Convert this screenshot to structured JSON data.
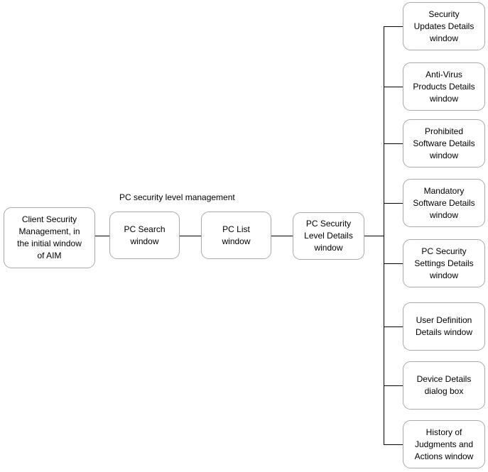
{
  "title": "PC security level management",
  "flow": {
    "client_box": {
      "label": "Client Security\nManagement, in\nthe initial window\nof AIM"
    },
    "search_box": {
      "label": "PC Search\nwindow"
    },
    "list_box": {
      "label": "PC List\nwindow"
    },
    "details_box": {
      "label": "PC Security\nLevel Details\nwindow"
    }
  },
  "detail_windows": [
    {
      "label": "Security\nUpdates Details\nwindow"
    },
    {
      "label": "Anti-Virus\nProducts Details\nwindow"
    },
    {
      "label": "Prohibited\nSoftware Details\nwindow"
    },
    {
      "label": "Mandatory\nSoftware Details\nwindow"
    },
    {
      "label": "PC Security\nSettings Details\nwindow"
    },
    {
      "label": "User Definition\nDetails window"
    },
    {
      "label": "Device Details\ndialog box"
    },
    {
      "label": "History of\nJudgments and\nActions window"
    }
  ],
  "colors": {
    "background": "#ffffff",
    "box_border": "#a9a9a9",
    "connector": "#000000",
    "text": "#000000"
  }
}
